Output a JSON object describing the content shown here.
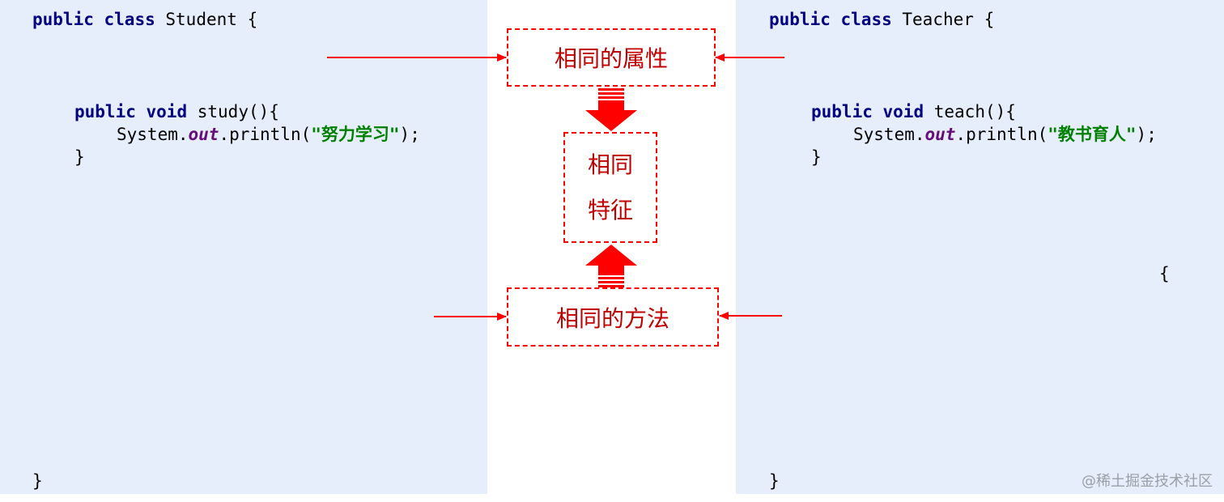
{
  "student": {
    "kw_public": "public",
    "kw_class": "class",
    "name": "Student",
    "open_brace": "{",
    "method": {
      "kw_public": "public",
      "kw_void": "void",
      "signature": "study(){",
      "print_prefix": "System.",
      "field": "out",
      "print_call": ".println(",
      "string": "\"努力学习\"",
      "print_suffix": ");",
      "close": "}"
    },
    "close_brace": "}"
  },
  "teacher": {
    "kw_public": "public",
    "kw_class": "class",
    "name": "Teacher",
    "open_brace": "{",
    "method": {
      "kw_public": "public",
      "kw_void": "void",
      "signature": "teach(){",
      "print_prefix": "System.",
      "field": "out",
      "print_call": ".println(",
      "string": "\"教书育人\"",
      "print_suffix": ");",
      "close": "}"
    },
    "stray_brace": "{",
    "close_brace": "}"
  },
  "diagram": {
    "same_attributes": "相同的属性",
    "same_features_line1": "相同",
    "same_features_line2": "特征",
    "same_methods": "相同的方法",
    "accent_color": "#ff0000",
    "label_color": "#c00000"
  },
  "watermark": "@稀土掘金技术社区"
}
